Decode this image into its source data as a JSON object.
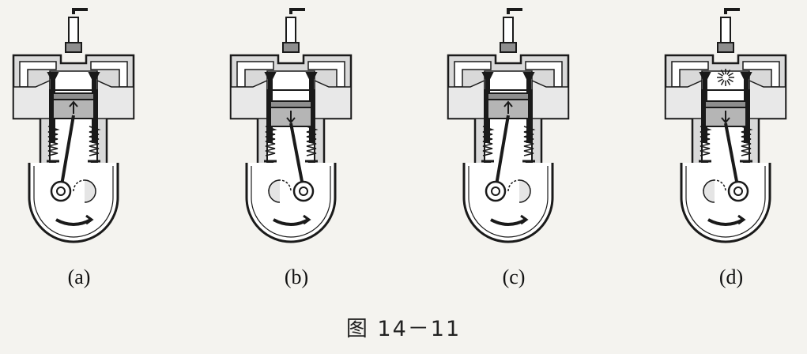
{
  "figures": [
    {
      "label": "(a)",
      "piston_dir": "up",
      "crank": "left",
      "spark": false
    },
    {
      "label": "(b)",
      "piston_dir": "down",
      "crank": "right",
      "spark": false
    },
    {
      "label": "(c)",
      "piston_dir": "up",
      "crank": "left",
      "spark": false
    },
    {
      "label": "(d)",
      "piston_dir": "down",
      "crank": "right",
      "spark": true
    }
  ],
  "caption": "图 14－11",
  "colors": {
    "ink": "#1a1a1a",
    "metal": "#8e8e8e",
    "paper": "#f4f3ef"
  }
}
